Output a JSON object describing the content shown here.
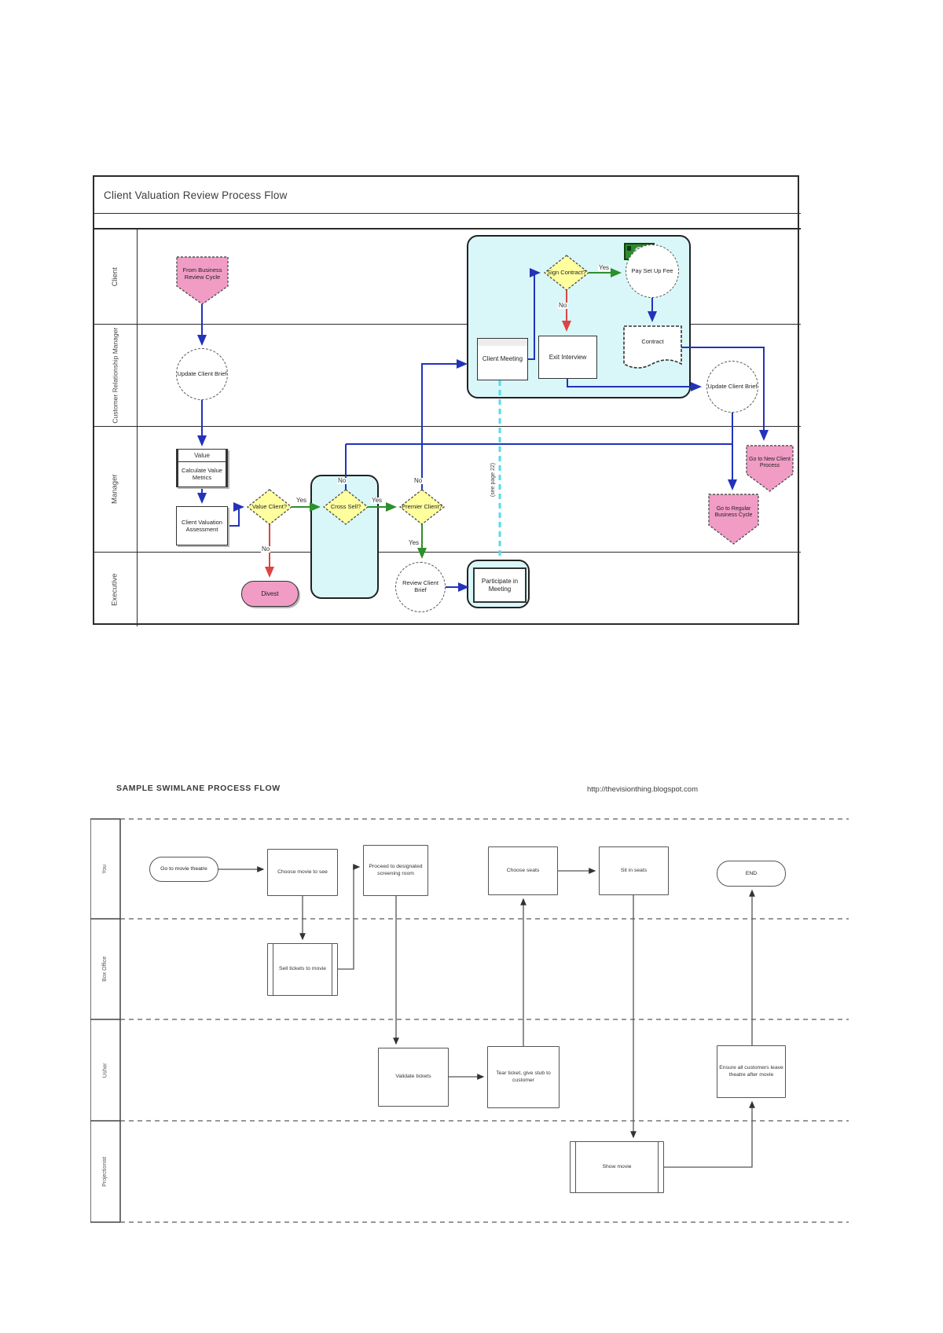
{
  "d1": {
    "title": "Client Valuation Review Process Flow",
    "lanes": [
      "Client",
      "Customer Relationship Manager",
      "Manager",
      "Executive"
    ],
    "nodes": {
      "from_business": "From Business Review Cycle",
      "update_brief_1": "Update Client Brief",
      "sign_contract": "Sign Contract?",
      "pay_setup_fee": "Pay Set Up Fee",
      "exit_interview": "Exit Interview",
      "client_meeting": "Client Meeting",
      "contract": "Contract",
      "update_brief_2": "Update Client Brief",
      "value_header": "Value",
      "calc_metrics": "Calculate Value Metrics",
      "valuation_assessment": "Client Valuation Assessment",
      "value_client": "Value Client?",
      "cross_sell": "Cross Sell?",
      "premier_client": "Premier Client?",
      "divest": "Divest",
      "review_brief": "Review Client Brief",
      "participate": "Participate in Meeting",
      "goto_new": "Go to New Client Process",
      "goto_regular": "Go to Regular Business Cycle"
    },
    "labels": {
      "yes": "Yes",
      "no": "No",
      "annotation": "(see page 22)"
    },
    "colors": {
      "flow_blue": "#2233bb",
      "flow_red": "#dd4444",
      "flow_green": "#2d8f2d",
      "decision_yellow": "#ffff9e",
      "offpage_pink": "#f19cc5",
      "container_cyan": "#d9f7f9",
      "link_cyan": "#55dde8"
    }
  },
  "d2": {
    "title": "SAMPLE SWIMLANE PROCESS FLOW",
    "url": "http://thevisionthing.blogspot.com",
    "lanes": [
      "You",
      "Box Office",
      "Usher",
      "Projectionist"
    ],
    "nodes": {
      "go_theatre": "Go to movie theatre",
      "choose_movie": "Choose movie to see",
      "proceed": "Proceed to designated screening room",
      "choose_seats": "Choose seats",
      "sit_seats": "Sit in seats",
      "end": "END",
      "sell_tickets": "Sell tickets to movie",
      "validate": "Validate tickets",
      "tear_ticket": "Tear ticket, give stub to customer",
      "ensure_leave": "Ensure all customers leave theatre after movie",
      "show_movie": "Show movie"
    }
  }
}
